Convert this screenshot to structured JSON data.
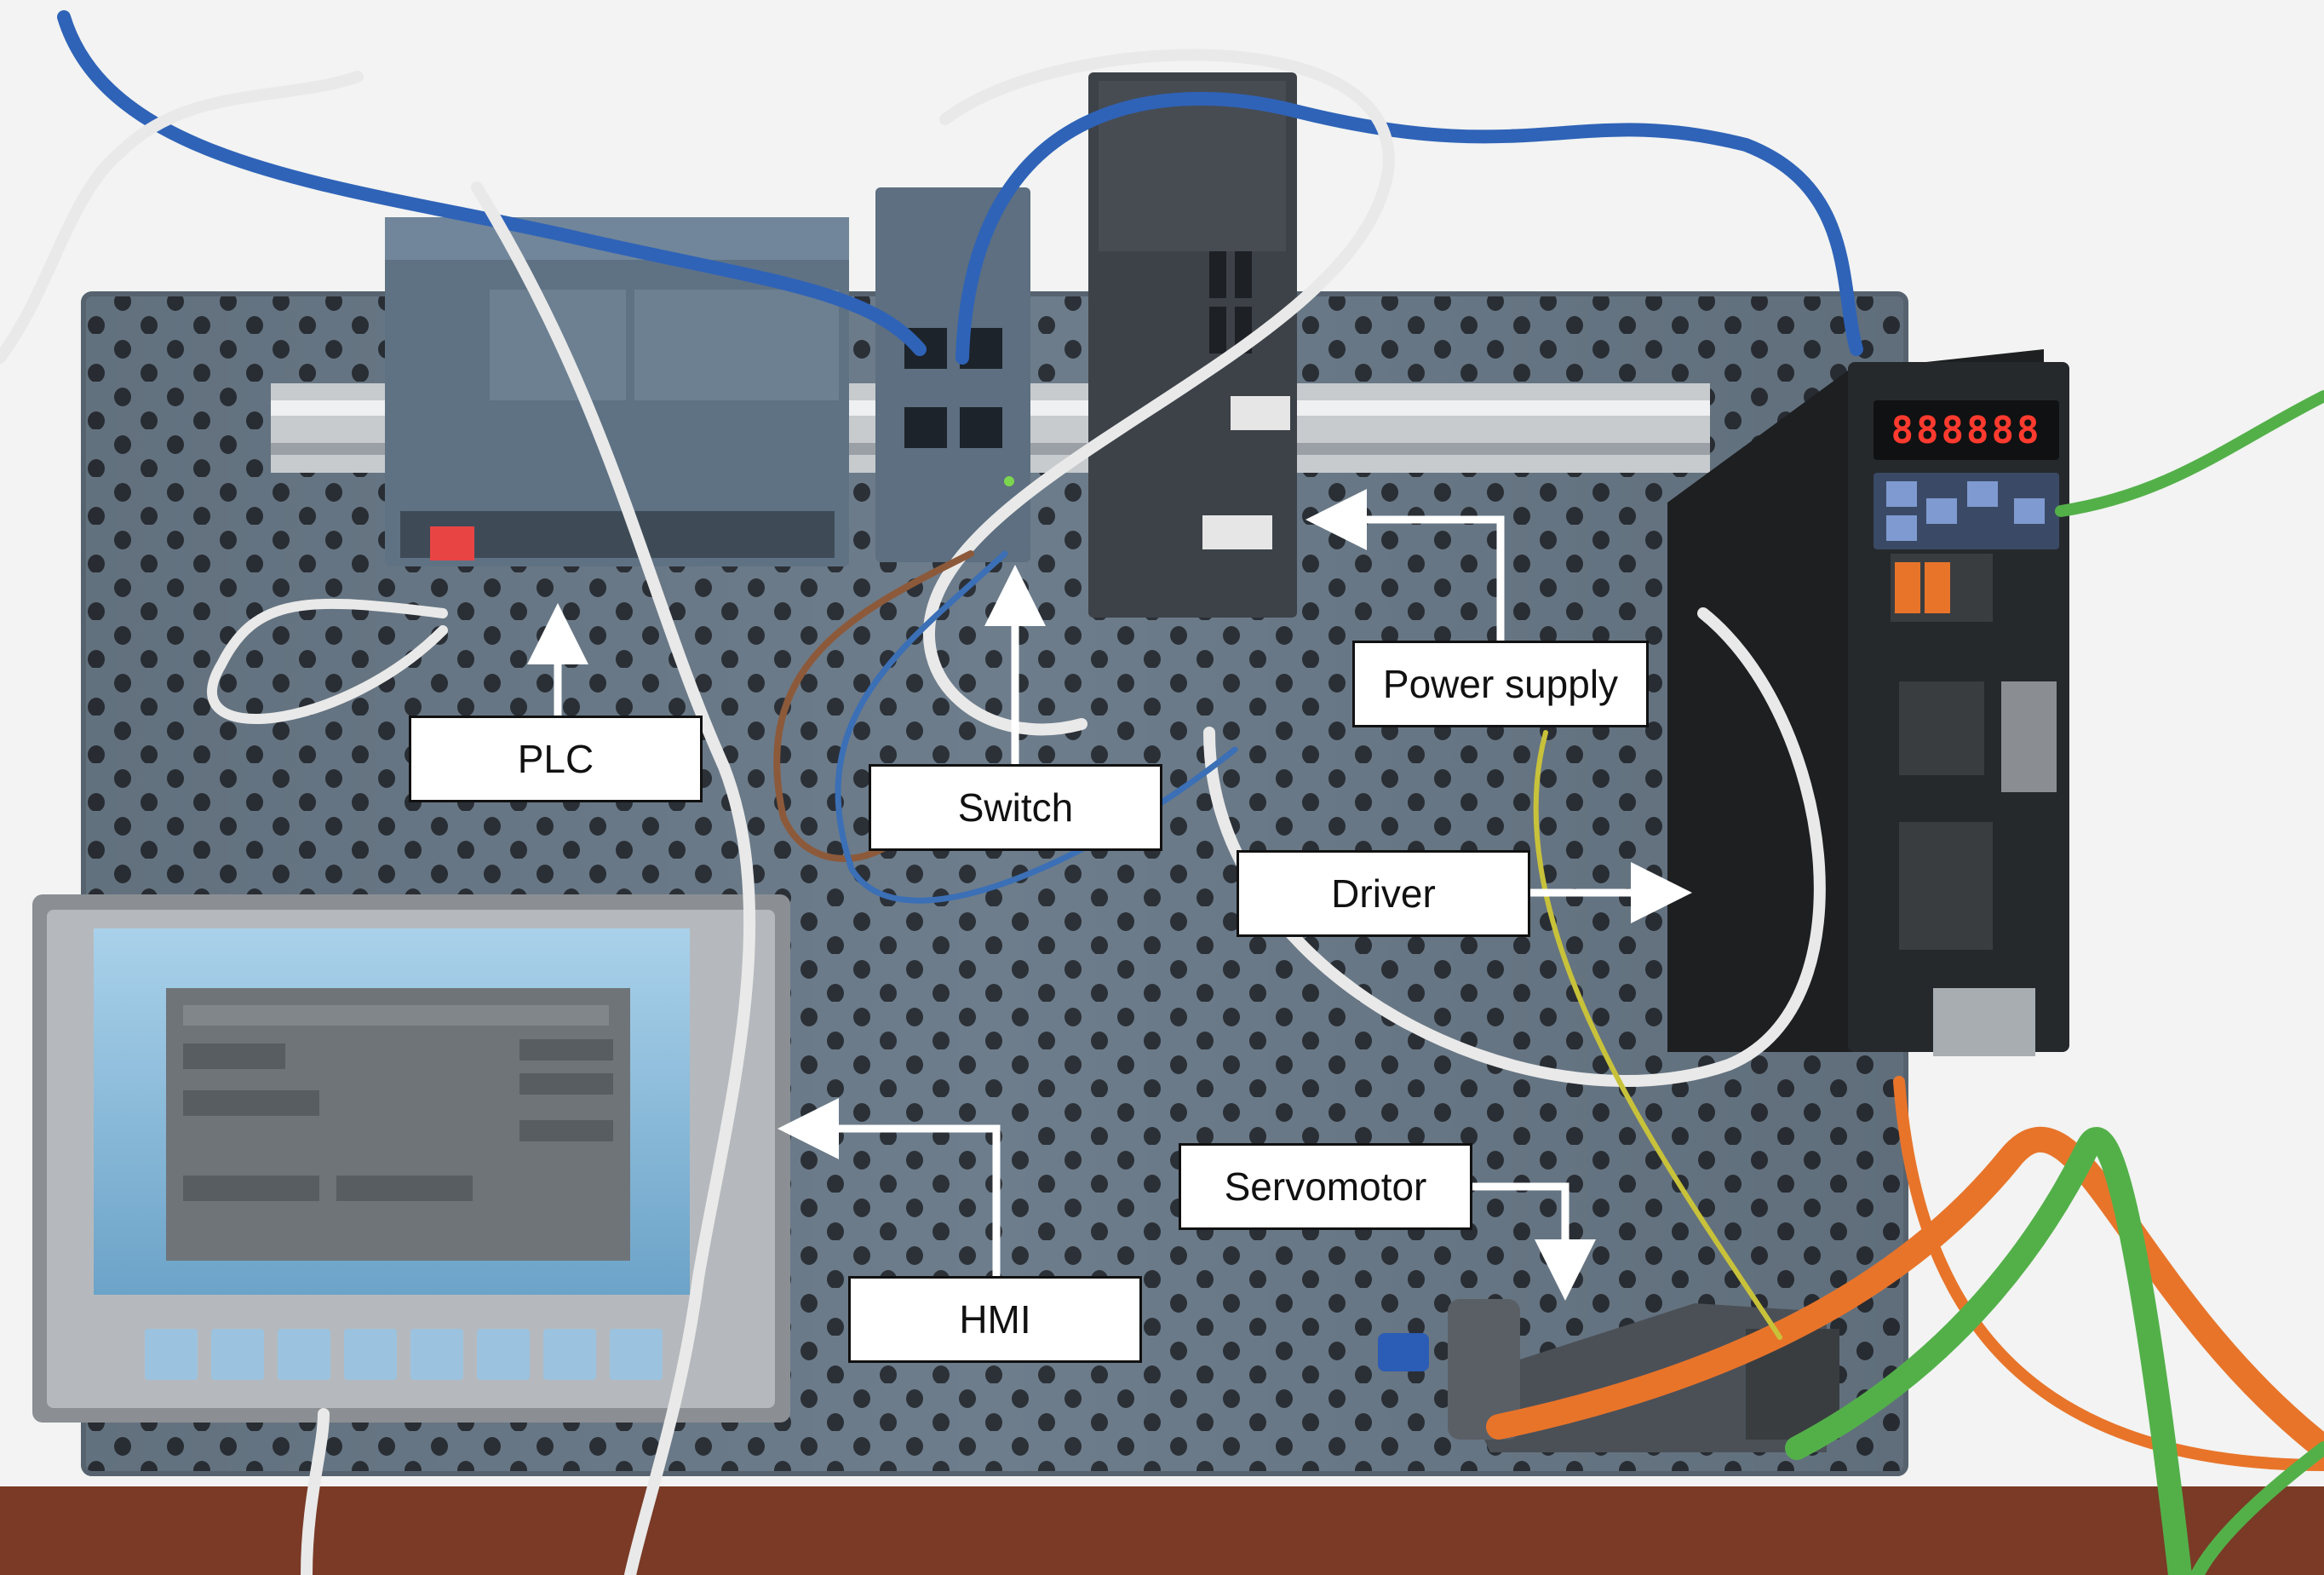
{
  "callouts": {
    "plc": "PLC",
    "switch": "Switch",
    "power_supply": "Power supply",
    "driver": "Driver",
    "hmi": "HMI",
    "servomotor": "Servomotor"
  },
  "driver_display": "888888",
  "colors": {
    "background_table": "#f2f3f2",
    "perforated_panel": "#6d7d8c",
    "plc_body": "#5f7284",
    "switch_body": "#5d6f80",
    "power_supply_body": "#3d4248",
    "driver_body": "#1d1f21",
    "hmi_bezel": "#8b8f93",
    "hmi_screen": "#7fb3d5",
    "ethernet_cable": "#2f63b8",
    "white_cable": "#e9e9e9",
    "motor_cable_orange": "#e8742a",
    "encoder_cable_green": "#53b049",
    "display_red": "#ff3a2e",
    "floor_brown": "#7a3a26",
    "callout_fill": "#ffffff",
    "callout_border": "#111111"
  }
}
